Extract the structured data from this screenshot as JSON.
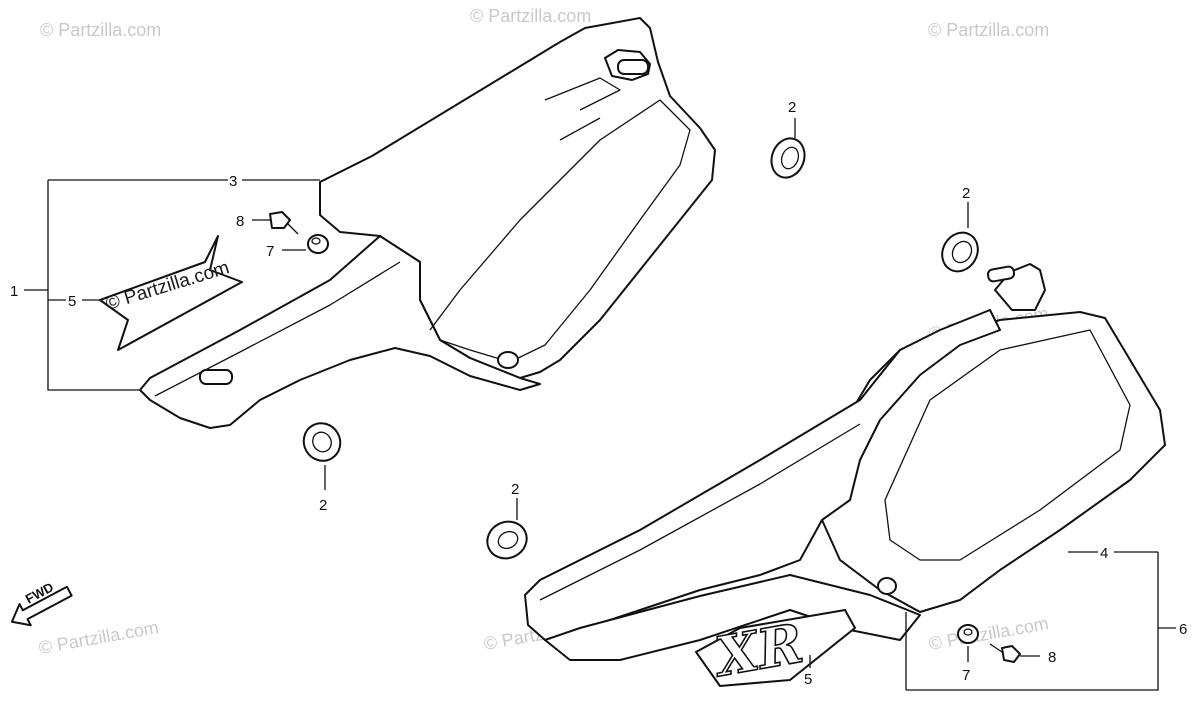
{
  "watermarks": {
    "text": "© Partzilla.com",
    "label_text": "© Partzilla.com"
  },
  "callouts": {
    "c1": "1",
    "c2a": "2",
    "c2b": "2",
    "c2c": "2",
    "c2d": "2",
    "c3": "3",
    "c4": "4",
    "c5a": "5",
    "c5b": "5",
    "c6": "6",
    "c7a": "7",
    "c7b": "7",
    "c8a": "8",
    "c8b": "8"
  },
  "direction": {
    "label": "FWD"
  },
  "emblem": {
    "text": "XR"
  },
  "colors": {
    "ink": "#111111",
    "watermark": "#c9c9c9",
    "paper": "#ffffff"
  }
}
